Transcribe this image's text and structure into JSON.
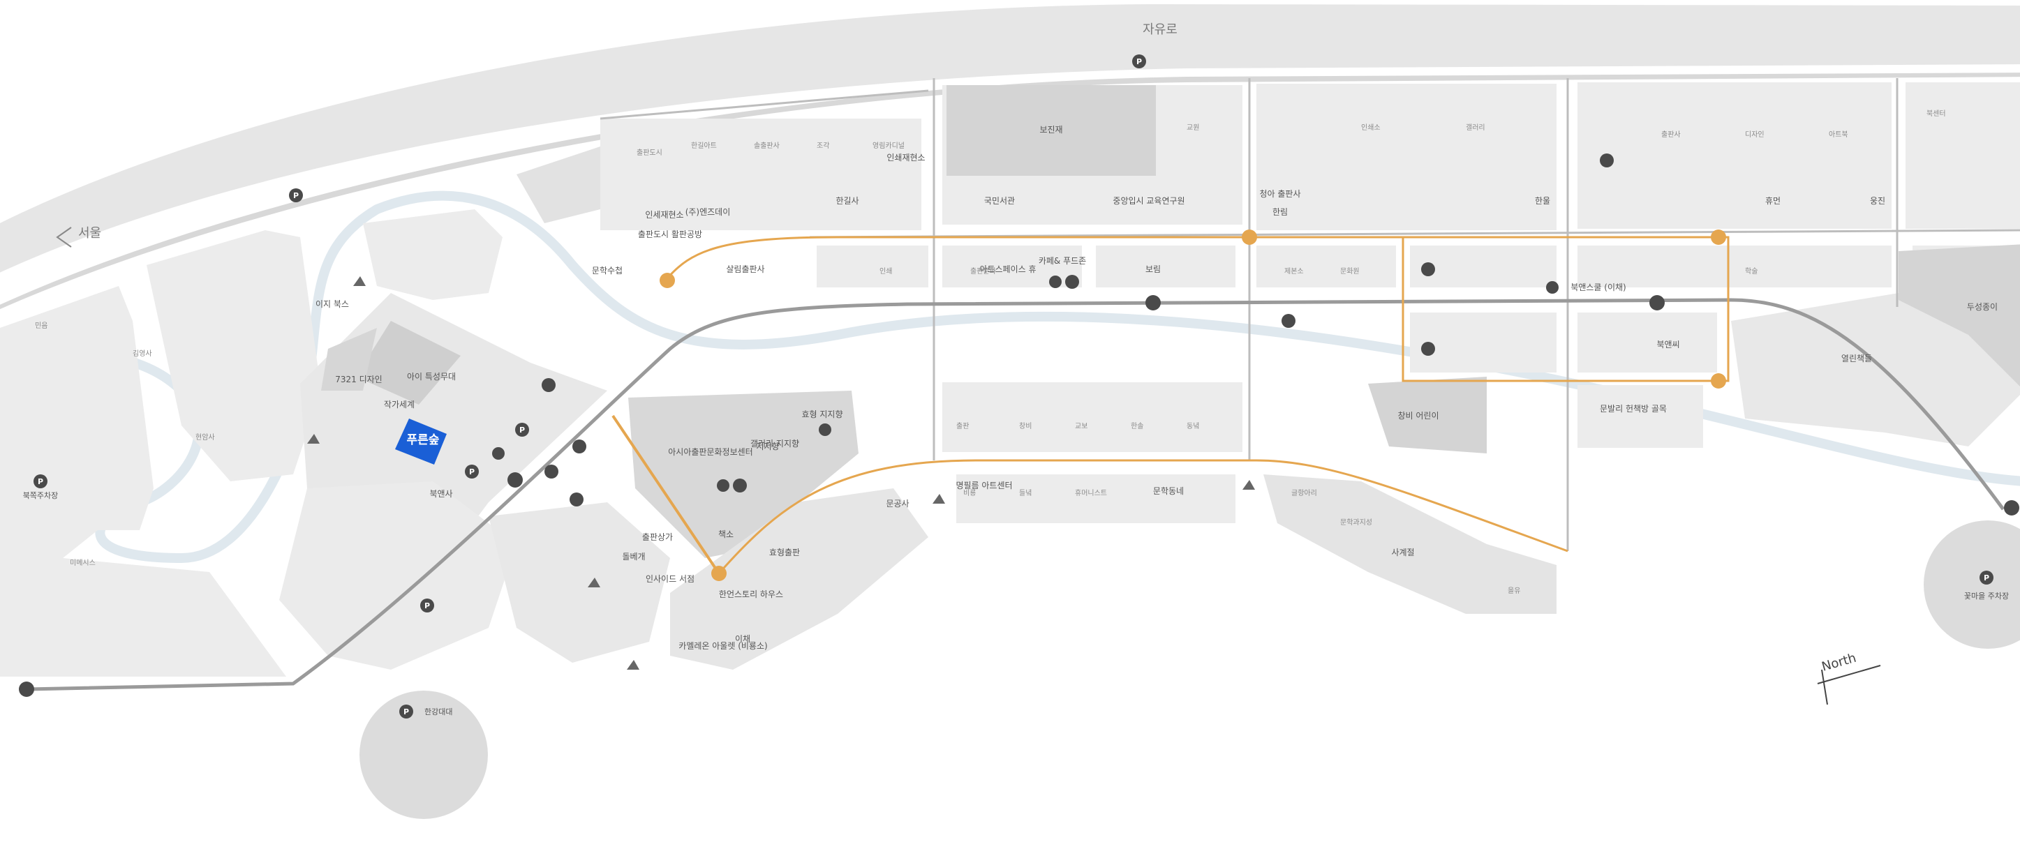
{
  "map": {
    "road_main": "자유로",
    "direction_seoul": "서울",
    "highlight_label": "푸른숲",
    "north_label": "North",
    "colors": {
      "road": "#e6e6e6",
      "block": "#ececec",
      "block_dark": "#cfcfcf",
      "river": "#dfe8ee",
      "route_gray": "#9a9a9a",
      "route_orange": "#e5a64f",
      "highlight": "#1a5fd6",
      "icon": "#4a4a4a"
    },
    "parking": [
      {
        "id": "p1",
        "label": ""
      },
      {
        "id": "p2",
        "label": ""
      },
      {
        "id": "p3",
        "label": "북쪽주차장"
      },
      {
        "id": "p4",
        "label": ""
      },
      {
        "id": "p5",
        "label": ""
      },
      {
        "id": "p6",
        "label": "한강대대"
      },
      {
        "id": "p7",
        "label": ""
      },
      {
        "id": "p8",
        "label": "꽃마을 주차장"
      }
    ],
    "buildings": [
      {
        "id": "b1",
        "name": "보진재"
      },
      {
        "id": "b2",
        "name": "인쇄재현소"
      },
      {
        "id": "b3",
        "name": "한길사"
      },
      {
        "id": "b4",
        "name": "국민서관"
      },
      {
        "id": "b5",
        "name": "중앙입시 교육연구원"
      },
      {
        "id": "b6",
        "name": "청아 출판사"
      },
      {
        "id": "b7",
        "name": "한림"
      },
      {
        "id": "b8",
        "name": "한울"
      },
      {
        "id": "b9",
        "name": "웅진"
      },
      {
        "id": "b10",
        "name": "휴먼"
      },
      {
        "id": "b11",
        "name": "문학수첩"
      },
      {
        "id": "b12",
        "name": "(주)엔즈데이"
      },
      {
        "id": "b13",
        "name": "인세재현소"
      },
      {
        "id": "b14",
        "name": "출판도시 활판공방"
      },
      {
        "id": "b15",
        "name": "살림출판사"
      },
      {
        "id": "b16",
        "name": "아트스페이스 휴"
      },
      {
        "id": "b17",
        "name": "카페& 푸드존"
      },
      {
        "id": "b18",
        "name": "보림"
      },
      {
        "id": "b19",
        "name": "북앤스쿨 (이채)"
      },
      {
        "id": "b20",
        "name": "북앤씨"
      },
      {
        "id": "b21",
        "name": "열린책들"
      },
      {
        "id": "b22",
        "name": "두성종이"
      },
      {
        "id": "b23",
        "name": "지지향"
      },
      {
        "id": "b24",
        "name": "갤러리 지지향"
      },
      {
        "id": "b25",
        "name": "아시아출판문화정보센터"
      },
      {
        "id": "b26",
        "name": "효형 지지향"
      },
      {
        "id": "b27",
        "name": "문공사"
      },
      {
        "id": "b28",
        "name": "문학동네"
      },
      {
        "id": "b29",
        "name": "사계절"
      },
      {
        "id": "b30",
        "name": "창비 어린이"
      },
      {
        "id": "b31",
        "name": "문발리 헌책방 골목"
      },
      {
        "id": "b32",
        "name": "명필름 아트센터"
      },
      {
        "id": "b33",
        "name": "이채"
      },
      {
        "id": "b34",
        "name": "이지 북스"
      },
      {
        "id": "b35",
        "name": "아이 특성무대"
      },
      {
        "id": "b36",
        "name": "작가세계"
      },
      {
        "id": "b37",
        "name": "7321 디자인"
      },
      {
        "id": "b38",
        "name": "북앤사"
      },
      {
        "id": "b39",
        "name": "출판상가"
      },
      {
        "id": "b40",
        "name": "돌베개"
      },
      {
        "id": "b41",
        "name": "한언스토리 하우스"
      },
      {
        "id": "b42",
        "name": "카멜레온 아울렛 (비룡소)"
      },
      {
        "id": "b43",
        "name": "인사이드 서점"
      },
      {
        "id": "b44",
        "name": "책소"
      },
      {
        "id": "b45",
        "name": "효형출판"
      }
    ],
    "minor_labels": [
      "출판도시",
      "한길아트",
      "솔출판사",
      "조각",
      "영림카디널",
      "교원",
      "인쇄소",
      "갤러리",
      "출판사",
      "디자인",
      "아트북",
      "북센터",
      "출판문화",
      "인쇄",
      "제본소",
      "문화원",
      "학술",
      "출판",
      "창비",
      "교보",
      "한솔",
      "동녘",
      "비룡",
      "들녘",
      "휴머니스트",
      "글항아리",
      "문학과지성",
      "을유",
      "민음",
      "김영사",
      "현암사",
      "미메시스"
    ]
  }
}
